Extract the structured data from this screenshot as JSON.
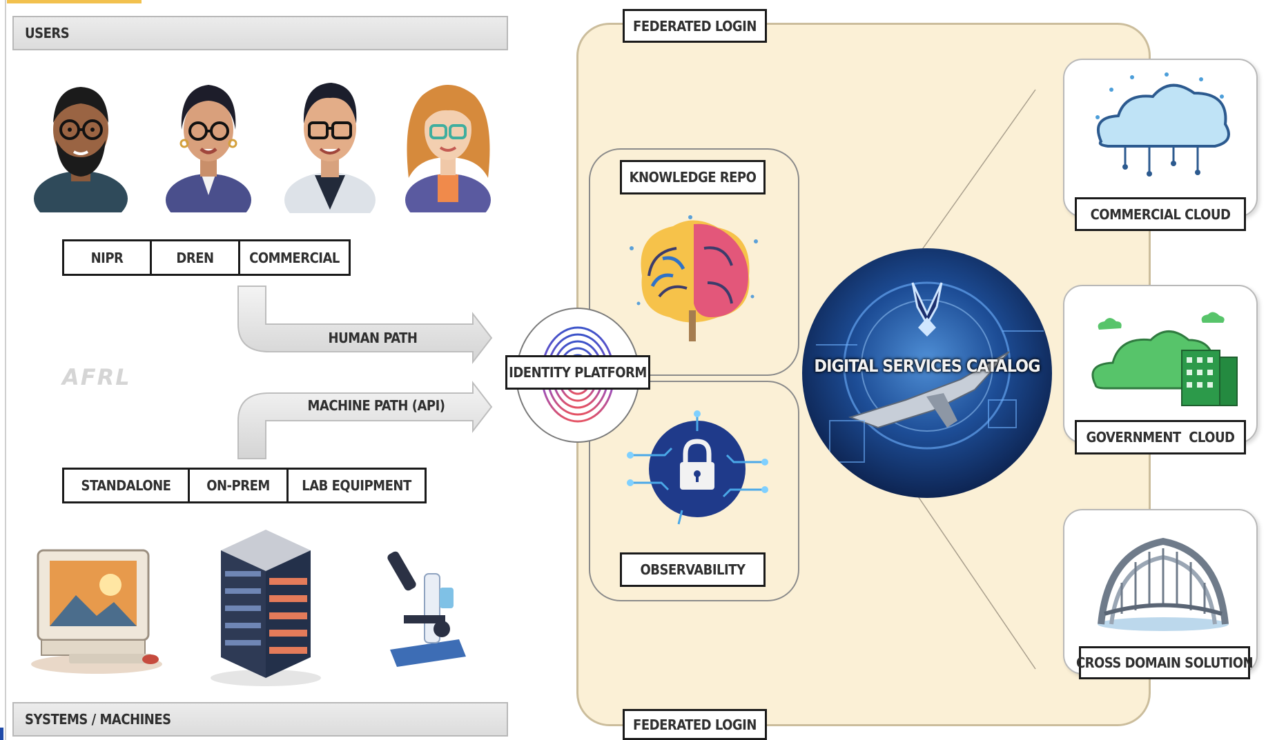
{
  "users": {
    "banner": "USERS",
    "avatars": [
      "avatar-bearded-man",
      "avatar-woman-dark-hair",
      "avatar-man-glasses",
      "avatar-woman-red-hair"
    ],
    "networks": [
      "NIPR",
      "DREN",
      "COMMERCIAL"
    ]
  },
  "paths": {
    "human": "HUMAN PATH",
    "machine": "MACHINE PATH (API)"
  },
  "logo": "AFRL",
  "systems": {
    "banner": "SYSTEMS / MACHINES",
    "types": [
      "STANDALONE",
      "ON-PREM",
      "LAB EQUIPMENT"
    ],
    "icons": [
      "desktop-computer-icon",
      "server-rack-icon",
      "microscope-icon"
    ]
  },
  "identity": {
    "label": "IDENTITY PLATFORM",
    "icon": "fingerprint-icon"
  },
  "federated": {
    "top": "FEDERATED LOGIN",
    "bottom": "FEDERATED LOGIN"
  },
  "services": {
    "knowledge": {
      "label": "KNOWLEDGE REPO",
      "icon": "brain-icon"
    },
    "observability": {
      "label": "OBSERVABILITY",
      "icon": "padlock-circuit-icon"
    }
  },
  "catalog": {
    "label": "DIGITAL SERVICES CATALOG",
    "icon": "jet-emblem-icon"
  },
  "destinations": [
    {
      "label": "COMMERCIAL CLOUD",
      "icon": "blue-cloud-icon"
    },
    {
      "label": "GOVERNMENT  CLOUD",
      "icon": "green-cloud-building-icon"
    },
    {
      "label": "CROSS DOMAIN SOLUTION",
      "icon": "bridge-icon"
    }
  ],
  "colors": {
    "panel": "#fbf0d6",
    "panel_border": "#cbbd9c",
    "label_border": "#1a1a1a",
    "banner": "#e3e3e3"
  }
}
